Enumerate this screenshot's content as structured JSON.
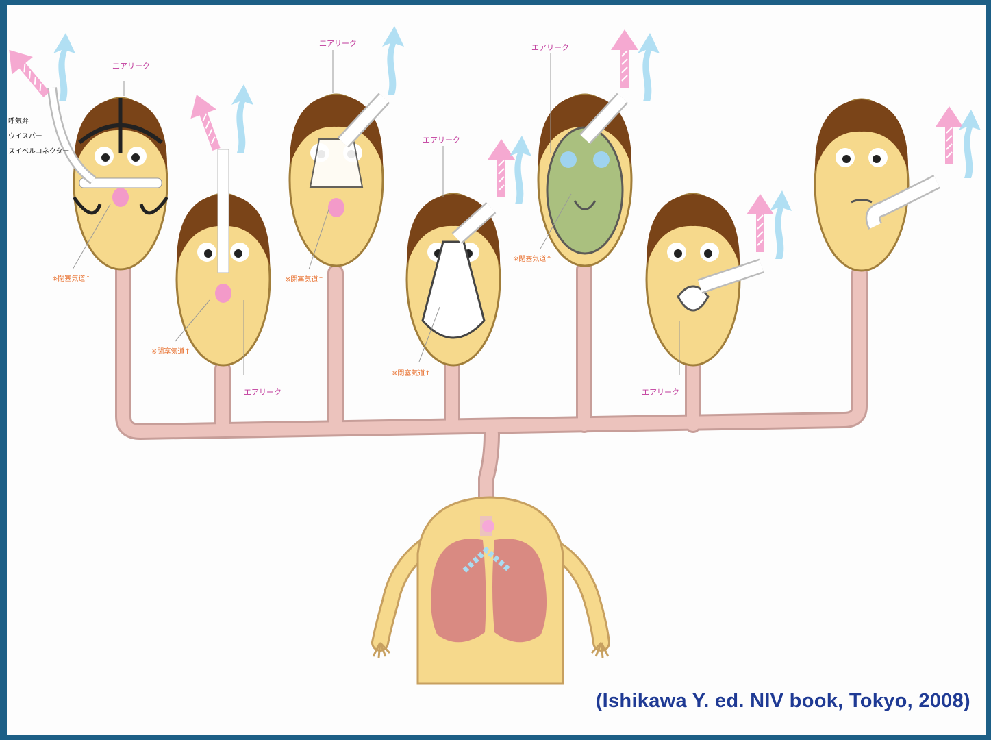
{
  "citation": "(Ishikawa Y. ed. NIV book, Tokyo,  2008)",
  "labels": {
    "air_leak": "エアリーク",
    "mouth_closed": "※閉塞気道↑",
    "side_1": "呼気弁",
    "side_2": "ウイスパー",
    "side_3": "スイベルコネクター"
  },
  "colors": {
    "skin": "#f6d98c",
    "hair": "#7a4418",
    "airway": "#ecc3bd",
    "lung": "#d98a82",
    "exhale": "#f39ac9",
    "inhale": "#a9dcf2",
    "leak_text": "#c0399b",
    "mouth_text": "#e8702e",
    "citation": "#1f3a94"
  }
}
